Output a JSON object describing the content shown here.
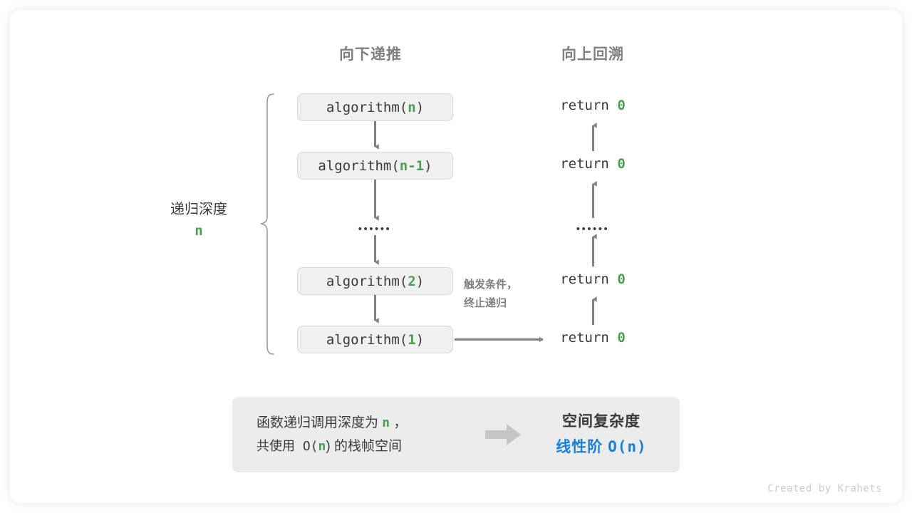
{
  "diagram": {
    "title_down": "向下递推",
    "title_up": "向上回溯",
    "ellipsis": "••••••",
    "depth": {
      "label": "递归深度",
      "value": "n"
    },
    "terminate_note_line1": "触发条件，",
    "terminate_note_line2": "终止递归",
    "calls": [
      {
        "name": "algorithm(",
        "arg": "n",
        "close": ")"
      },
      {
        "name": "algorithm(",
        "arg": "n-1",
        "close": ")"
      },
      {
        "name": "algorithm(",
        "arg": "2",
        "close": ")"
      },
      {
        "name": "algorithm(",
        "arg": "1",
        "close": ")"
      }
    ],
    "returns": [
      {
        "kw": "return ",
        "value": "0"
      },
      {
        "kw": "return ",
        "value": "0"
      },
      {
        "kw": "return ",
        "value": "0"
      },
      {
        "kw": "return ",
        "value": "0"
      }
    ]
  },
  "summary": {
    "line1_a": "函数递归调用深度为 ",
    "line1_n": "n",
    "line1_b": " ，",
    "line2_a": "共使用 O(",
    "line2_n": "n",
    "line2_b": ") 的栈帧空间",
    "arrow_icon": "right-arrow-icon",
    "caption": "空间复杂度",
    "value_label": "线性阶 ",
    "value_expr": "O(n)"
  },
  "watermark": "Created by Krahets",
  "colors": {
    "green": "#4a9e52",
    "blue": "#1a7fd4",
    "gray_text": "#3a3a3a",
    "gray_header": "#808080",
    "box_fill": "#f0f0f0",
    "box_border": "#d9d9d9",
    "panel_fill": "#ececec",
    "arrow": "#808080"
  }
}
